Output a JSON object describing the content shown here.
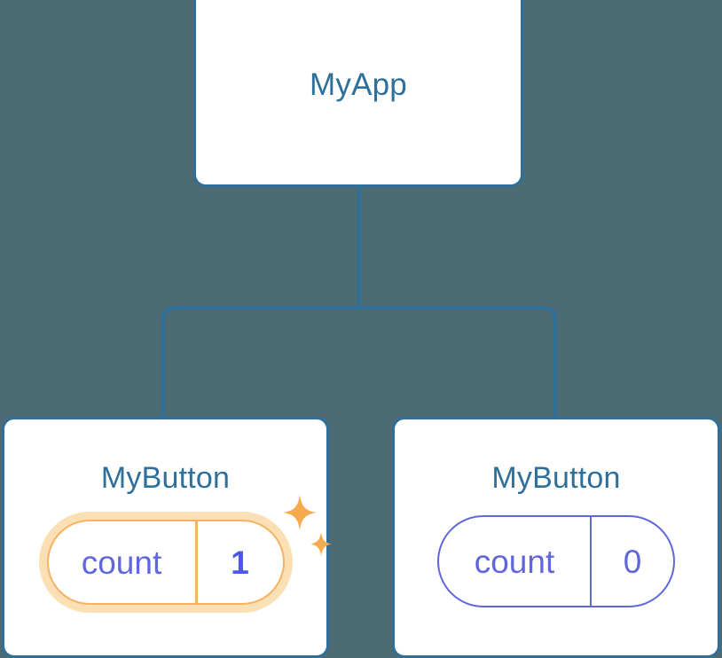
{
  "diagram": {
    "type": "component-tree",
    "background_color": "#4d6b75",
    "edge_color": "#2e7099",
    "nodes": [
      {
        "id": "root",
        "label": "MyApp",
        "role": "root-component"
      },
      {
        "id": "child-left",
        "label": "MyButton",
        "role": "child-component",
        "state": {
          "key": "count",
          "value": "1",
          "status": "updated"
        }
      },
      {
        "id": "child-right",
        "label": "MyButton",
        "role": "child-component",
        "state": {
          "key": "count",
          "value": "0",
          "status": "unchanged"
        }
      }
    ]
  },
  "colors": {
    "background": "#4d6b75",
    "card_border": "#2e7099",
    "card_fill": "#ffffff",
    "title_text": "#2e7099",
    "state_indigo": "#6067dd",
    "state_value_bold": "#4f57e8",
    "highlight_orange": "#f7b263",
    "highlight_glow": "#fbdfb5",
    "sparkle": "#f5ab4d"
  },
  "icons": {
    "sparkle_large": "sparkle-icon",
    "sparkle_small": "sparkle-small-icon"
  }
}
